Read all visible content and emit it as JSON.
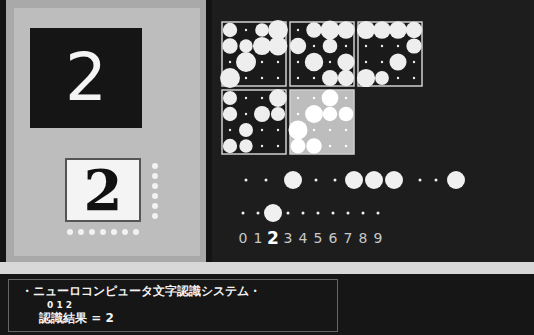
{
  "diagram": {
    "nodes": [
      {
        "text": [
          "2"
        ]
      },
      {
        "text": [
          "2"
        ]
      },
      {
        "text": [
          "・ニューロコンピュータ文字認識システム・",
          "0 1 2",
          "認識結果 = 2"
        ]
      }
    ],
    "labels": [
      "0",
      "1",
      "2",
      "3",
      "4",
      "5",
      "6",
      "7",
      "8",
      "9"
    ]
  }
}
